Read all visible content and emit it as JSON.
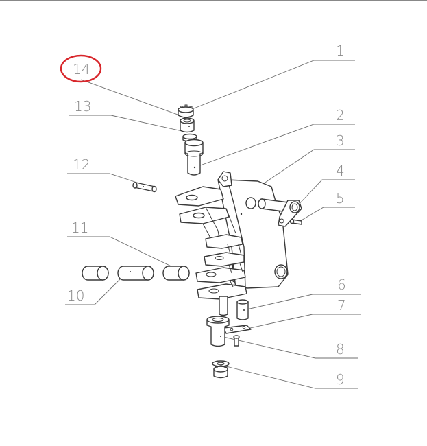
{
  "diagram": {
    "callouts": [
      {
        "id": "1",
        "label": "1"
      },
      {
        "id": "2",
        "label": "2"
      },
      {
        "id": "3",
        "label": "3"
      },
      {
        "id": "4",
        "label": "4"
      },
      {
        "id": "5",
        "label": "5"
      },
      {
        "id": "6",
        "label": "6"
      },
      {
        "id": "7",
        "label": "7"
      },
      {
        "id": "8",
        "label": "8"
      },
      {
        "id": "9",
        "label": "9"
      },
      {
        "id": "10",
        "label": "10"
      },
      {
        "id": "11",
        "label": "11"
      },
      {
        "id": "12",
        "label": "12"
      },
      {
        "id": "13",
        "label": "13"
      },
      {
        "id": "14",
        "label": "14"
      }
    ],
    "highlight_color": "#d8262b"
  }
}
